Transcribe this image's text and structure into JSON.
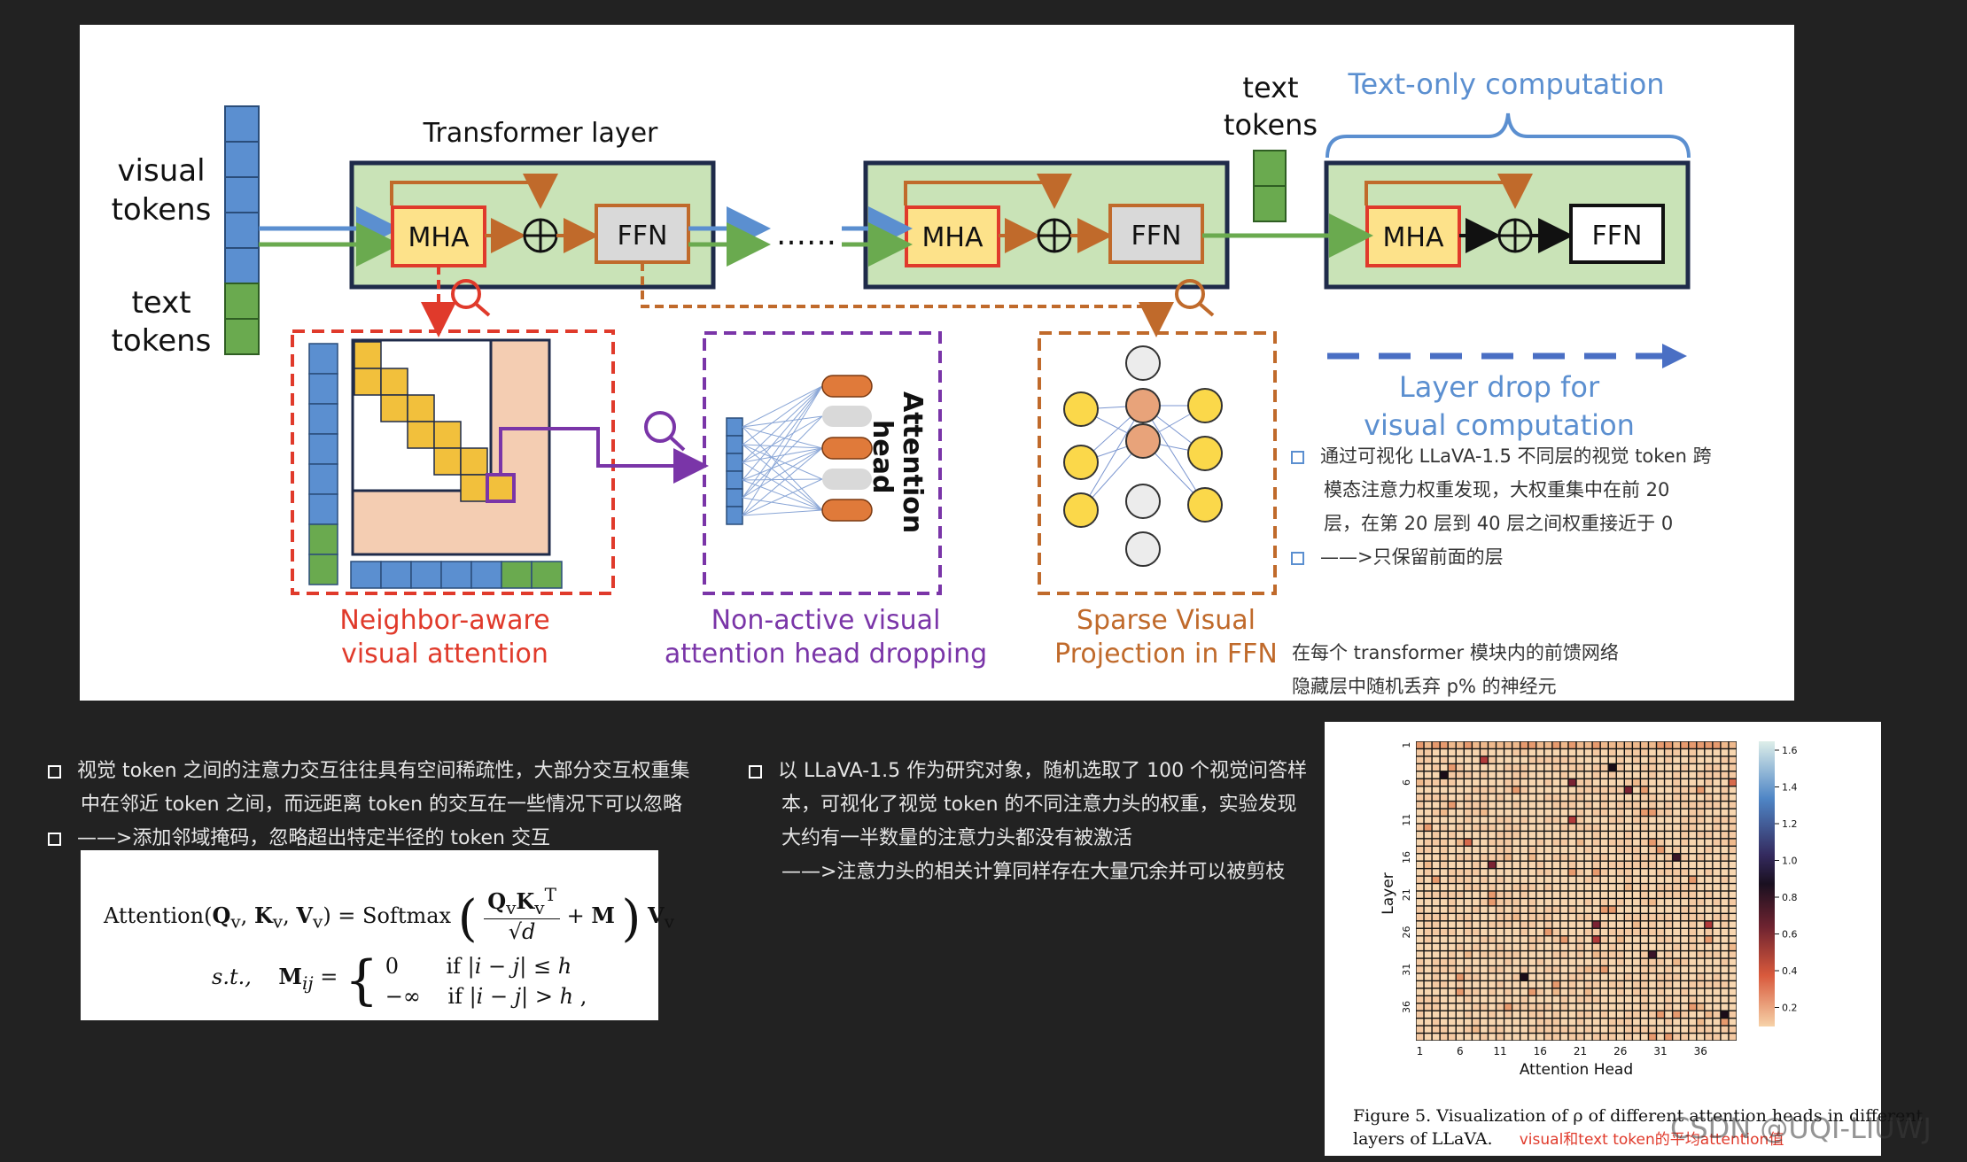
{
  "diagram": {
    "visual_tokens_label": "visual\ntokens",
    "text_tokens_label": "text\ntokens",
    "transformer_label": "Transformer layer",
    "mha": "MHA",
    "ffn": "FFN",
    "ellipsis": "……",
    "text_tokens_right": "text\ntokens",
    "text_only": "Text-only computation",
    "layer_drop": "Layer drop for\nvisual computation",
    "attention_head": "Attention\nhead",
    "neighbor_caption": "Neighbor-aware\nvisual attention",
    "nonactive_caption": "Non-active visual\nattention head dropping",
    "sparse_caption": "Sparse Visual\nProjection in FFN",
    "colors": {
      "blue": "#5b8fd0",
      "green": "#6aaa4f",
      "red": "#e03a2b",
      "purple": "#7a35a8",
      "brown": "#c06a2b",
      "mha_fill": "#fde28a"
    }
  },
  "notes_top_right": {
    "line1": "通过可视化 LLaVA-1.5 不同层的视觉 token 跨",
    "line2": "模态注意力权重发现，大权重集中在前 20",
    "line3": "层，在第 20 层到 40 层之间权重接近于 0",
    "line4": "——>只保留前面的层"
  },
  "note_ffn": {
    "line1": "在每个 transformer 模块内的前馈网络",
    "line2": "隐藏层中随机丢弃 p% 的神经元"
  },
  "notes_left": {
    "line1": "视觉 token 之间的注意力交互往往具有空间稀疏性，大部分交互权重集",
    "line2": "中在邻近 token 之间，而远距离 token 的交互在一些情况下可以忽略",
    "line3": "——>添加邻域掩码，忽略超出特定半径的 token 交互"
  },
  "notes_middle": {
    "line1": "以 LLaVA-1.5 作为研究对象，随机选取了 100 个视觉问答样",
    "line2": "本，可视化了视觉 token 的不同注意力头的权重，实验发现",
    "line3": "大约有一半数量的注意力头都没有被激活",
    "line4": "——>注意力头的相关计算同样存在大量冗余并可以被剪枝"
  },
  "formula": {
    "line1": "Attention(Q<sub>v</sub>, K<sub>v</sub>, V<sub>v</sub>) = Softmax",
    "line2": "s.t., M<sub>ij</sub> = { 0 if |i − j| ≤ h ; −∞ if |i − j| > h"
  },
  "heatmap": {
    "y_label": "Layer",
    "x_label": "Attention Head",
    "y_ticks": [
      "1",
      "6",
      "11",
      "16",
      "21",
      "26",
      "31",
      "36"
    ],
    "x_ticks": [
      "1",
      "6",
      "11",
      "16",
      "21",
      "26",
      "31",
      "36"
    ],
    "colorbar_ticks": [
      "1.6",
      "1.4",
      "1.2",
      "1.0",
      "0.8",
      "0.6",
      "0.4",
      "0.2"
    ],
    "caption_line1": "Figure 5. Visualization of ρ of different attention heads in different",
    "caption_line2": "layers of LLaVA.",
    "annotation": "visual和text token的平均attention值",
    "watermark": "CSDN @UQI-LIUWJ"
  }
}
